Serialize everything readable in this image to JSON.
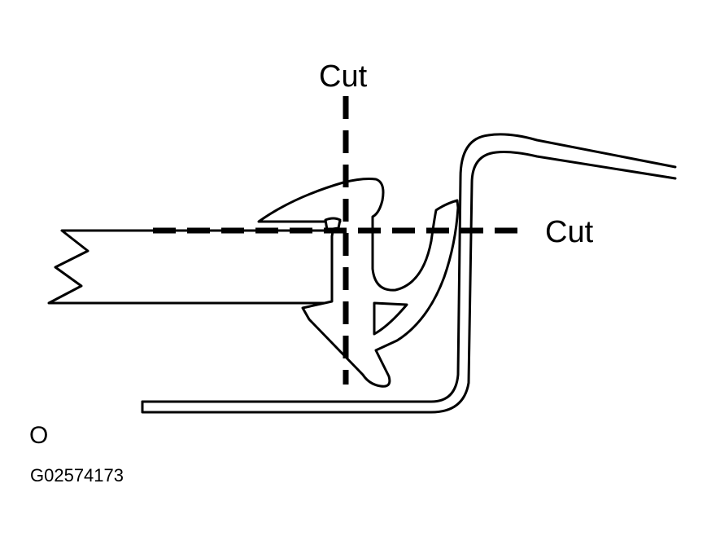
{
  "diagram": {
    "cut_vertical_label": "Cut",
    "cut_horizontal_label": "Cut",
    "marker": "O",
    "figure_id": "G02574173"
  },
  "colors": {
    "line": "#000000",
    "background": "#ffffff"
  },
  "parts": [
    "glass-panel-break-line",
    "rubber-weatherstrip-seal",
    "body-sheet-metal-flange",
    "vertical-cut-line",
    "horizontal-cut-line"
  ]
}
